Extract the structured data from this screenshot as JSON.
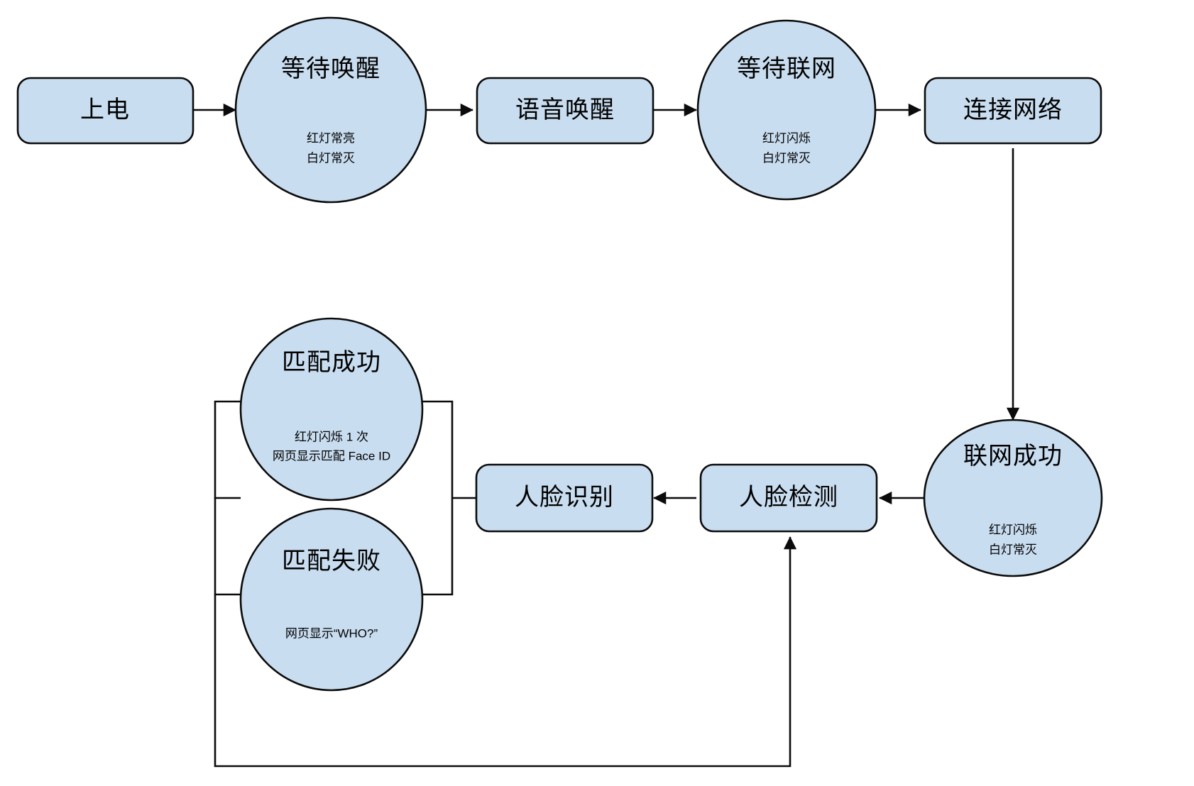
{
  "diagram": {
    "type": "flowchart",
    "background_color": "#ffffff",
    "node_fill_color": "#c9ddf0",
    "node_stroke_color": "#0b0b0b",
    "nodes": [
      {
        "id": "power-on",
        "shape": "rounded-rectangle",
        "label": "上电",
        "sublines": []
      },
      {
        "id": "wait-wake",
        "shape": "circle",
        "label": "等待唤醒",
        "sublines": [
          "红灯常亮",
          "白灯常灭"
        ]
      },
      {
        "id": "voice-wake",
        "shape": "rounded-rectangle",
        "label": "语音唤醒",
        "sublines": []
      },
      {
        "id": "wait-network",
        "shape": "circle",
        "label": "等待联网",
        "sublines": [
          "红灯闪烁",
          "白灯常灭"
        ]
      },
      {
        "id": "connect-network",
        "shape": "rounded-rectangle",
        "label": "连接网络",
        "sublines": []
      },
      {
        "id": "network-success",
        "shape": "circle",
        "label": "联网成功",
        "sublines": [
          "红灯闪烁",
          "白灯常灭"
        ]
      },
      {
        "id": "face-detect",
        "shape": "rounded-rectangle",
        "label": "人脸检测",
        "sublines": []
      },
      {
        "id": "face-recognize",
        "shape": "rounded-rectangle",
        "label": "人脸识别",
        "sublines": []
      },
      {
        "id": "match-success",
        "shape": "circle",
        "label": "匹配成功",
        "sublines": [
          "红灯闪烁 1 次",
          "网页显示匹配 Face ID"
        ]
      },
      {
        "id": "match-fail",
        "shape": "circle",
        "label": "匹配失败",
        "sublines": [
          "网页显示“WHO?”"
        ]
      }
    ],
    "edges": [
      {
        "from": "power-on",
        "to": "wait-wake",
        "arrow": true
      },
      {
        "from": "wait-wake",
        "to": "voice-wake",
        "arrow": true
      },
      {
        "from": "voice-wake",
        "to": "wait-network",
        "arrow": true
      },
      {
        "from": "wait-network",
        "to": "connect-network",
        "arrow": true
      },
      {
        "from": "connect-network",
        "to": "network-success",
        "arrow": true
      },
      {
        "from": "network-success",
        "to": "face-detect",
        "arrow": true
      },
      {
        "from": "face-detect",
        "to": "face-recognize",
        "arrow": true
      },
      {
        "from": "face-recognize",
        "to": "match-success",
        "arrow": false
      },
      {
        "from": "face-recognize",
        "to": "match-fail",
        "arrow": false
      },
      {
        "from": "match-fail",
        "to": "face-detect",
        "arrow": true
      }
    ]
  }
}
